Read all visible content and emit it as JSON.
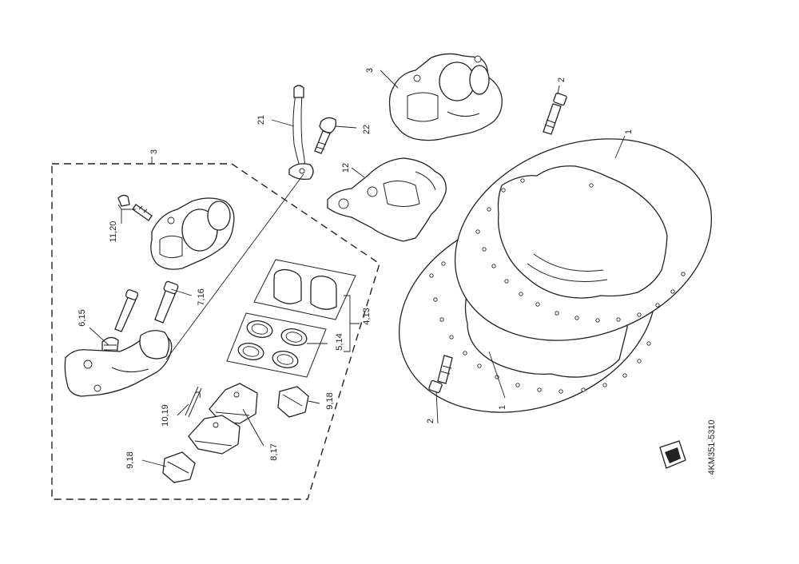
{
  "diagram_code": "4KM351-5310",
  "callouts": {
    "disc_upper": "1",
    "disc_lower": "1",
    "bolt_upper": "2",
    "bolt_lower": "2",
    "caliper_top": "3",
    "caliper_assembly": "3",
    "bracket": "12",
    "banjo_hose": "21",
    "banjo_bolt": "22",
    "bleed_screw": "11,20",
    "slide_pin_a": "7,16",
    "slide_pin_b": "6,15",
    "pistons": "4,13",
    "seals": "5,14",
    "pin_clip": "10,19",
    "pads": "8,17",
    "pad_spring_right": "9,18",
    "pad_spring_left": "9,18"
  }
}
